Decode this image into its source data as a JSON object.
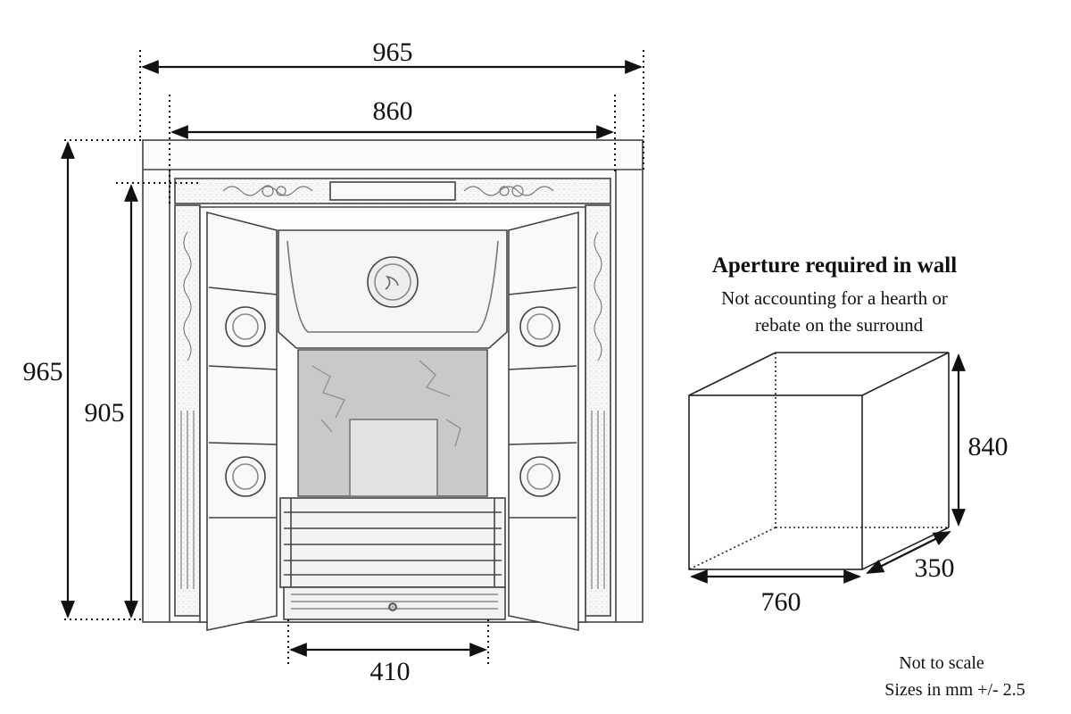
{
  "dimensions": {
    "total_width": "965",
    "inner_width": "860",
    "total_height": "965",
    "inner_height": "905",
    "grate_width": "410"
  },
  "aperture": {
    "title": "Aperture required in wall",
    "subtitle_line1": "Not accounting for a hearth or",
    "subtitle_line2": "rebate on the surround",
    "width": "760",
    "height": "840",
    "depth": "350"
  },
  "notes": {
    "scale": "Not to scale",
    "units": "Sizes in mm +/- 2.5"
  }
}
